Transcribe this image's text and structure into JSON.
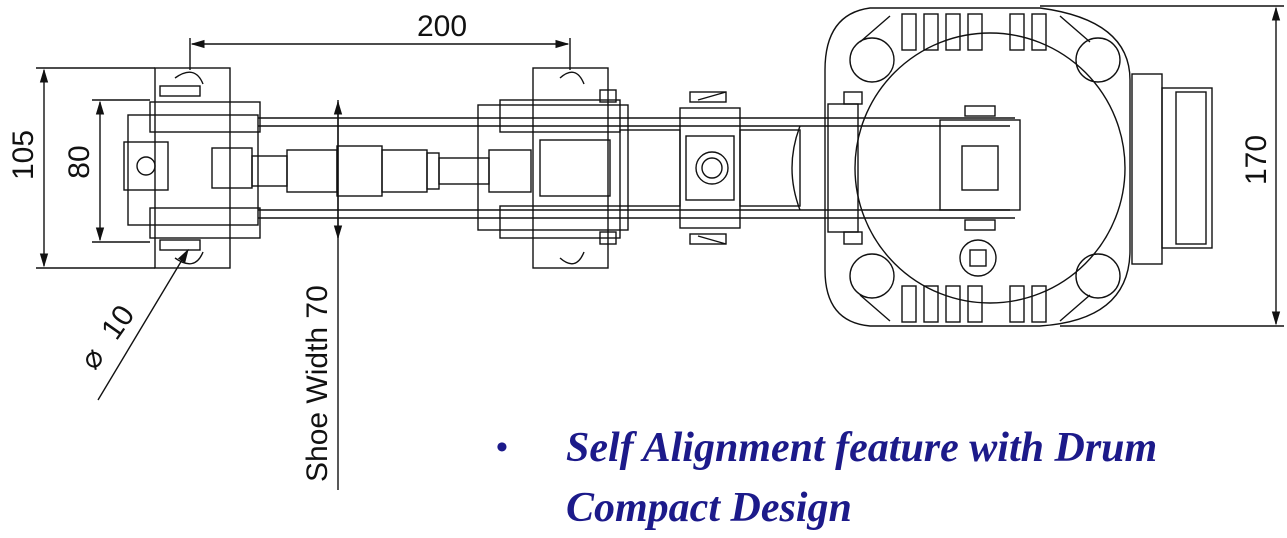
{
  "dimensions": {
    "spacing": "200",
    "height_outer": "105",
    "height_inner": "80",
    "diameter": "10",
    "diameter_symbol": "⌀",
    "shoe_width": "Shoe Width 70",
    "drum_height": "170"
  },
  "bullet": {
    "symbol": "•",
    "line1": "Self Alignment feature with Drum",
    "line2": "Compact Design"
  },
  "colors": {
    "line": "#111111",
    "bullet_text": "#1c1a8a"
  }
}
